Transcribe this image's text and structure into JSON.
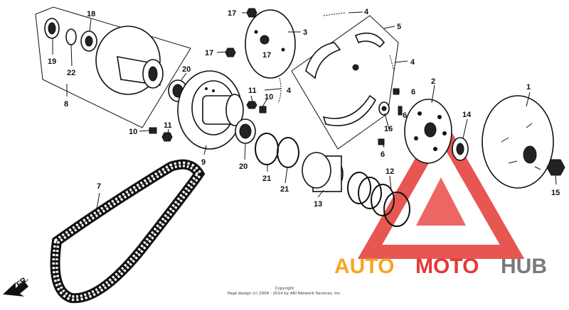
{
  "callouts": [
    "1",
    "2",
    "3",
    "4",
    "4",
    "4",
    "5",
    "6",
    "6",
    "6",
    "7",
    "8",
    "9",
    "10",
    "10",
    "11",
    "11",
    "12",
    "13",
    "14",
    "15",
    "16",
    "17",
    "17",
    "17",
    "18",
    "19",
    "20",
    "20",
    "21",
    "21",
    "22"
  ],
  "direction_label": "FR.",
  "copyright": {
    "line1": "Copyright",
    "line2": "Page design (c) 2004 - 2014 by ARI Network Services, Inc."
  },
  "watermark": {
    "part1": "AUTO",
    "part2": "MOTO",
    "part3": "HUB",
    "color_orange": "#f5a623",
    "color_red": "#e53935",
    "color_gray": "#7a7a7a"
  }
}
